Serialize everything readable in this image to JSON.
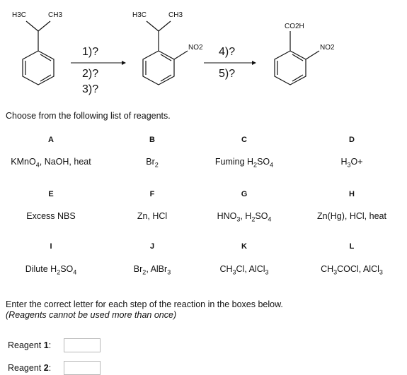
{
  "scheme": {
    "left_molecule": {
      "sub1": "H3C",
      "sub2": "CH3"
    },
    "mid_molecule": {
      "sub1": "H3C",
      "sub2": "CH3",
      "sub3": "NO2"
    },
    "right_molecule": {
      "sub1": "CO2H",
      "sub2": "NO2"
    },
    "arrow1_steps": [
      "1)?",
      "2)?",
      "3)?"
    ],
    "arrow2_steps": [
      "4)?",
      "5)?"
    ]
  },
  "prompt": "Choose from the following list of reagents.",
  "reagents": [
    {
      "letter": "A",
      "parts": [
        [
          "KMnO",
          ""
        ],
        [
          "4",
          "sub"
        ],
        [
          ", NaOH, heat",
          ""
        ]
      ]
    },
    {
      "letter": "B",
      "parts": [
        [
          "Br",
          ""
        ],
        [
          "2",
          "sub"
        ]
      ]
    },
    {
      "letter": "C",
      "parts": [
        [
          "Fuming H",
          ""
        ],
        [
          "2",
          "sub"
        ],
        [
          "SO",
          ""
        ],
        [
          "4",
          "sub"
        ]
      ]
    },
    {
      "letter": "D",
      "parts": [
        [
          "H",
          ""
        ],
        [
          "3",
          "sub"
        ],
        [
          "O+",
          ""
        ]
      ]
    },
    {
      "letter": "E",
      "parts": [
        [
          "Excess NBS",
          ""
        ]
      ]
    },
    {
      "letter": "F",
      "parts": [
        [
          "Zn, HCl",
          ""
        ]
      ]
    },
    {
      "letter": "G",
      "parts": [
        [
          "HNO",
          ""
        ],
        [
          "3",
          "sub"
        ],
        [
          ", H",
          ""
        ],
        [
          "2",
          "sub"
        ],
        [
          "SO",
          ""
        ],
        [
          "4",
          "sub"
        ]
      ]
    },
    {
      "letter": "H",
      "parts": [
        [
          "Zn(Hg), HCl, heat",
          ""
        ]
      ]
    },
    {
      "letter": "I",
      "parts": [
        [
          "Dilute H",
          ""
        ],
        [
          "2",
          "sub"
        ],
        [
          "SO",
          ""
        ],
        [
          "4",
          "sub"
        ]
      ]
    },
    {
      "letter": "J",
      "parts": [
        [
          "Br",
          ""
        ],
        [
          "2",
          "sub"
        ],
        [
          ", AlBr",
          ""
        ],
        [
          "3",
          "sub"
        ]
      ]
    },
    {
      "letter": "K",
      "parts": [
        [
          "CH",
          ""
        ],
        [
          "3",
          "sub"
        ],
        [
          "Cl, AlCl",
          ""
        ],
        [
          "3",
          "sub"
        ]
      ]
    },
    {
      "letter": "L",
      "parts": [
        [
          "CH",
          ""
        ],
        [
          "3",
          "sub"
        ],
        [
          "COCl, AlCl",
          ""
        ],
        [
          "3",
          "sub"
        ]
      ]
    }
  ],
  "instructions": {
    "line1": "Enter the correct letter for each step of the reaction in the boxes below.",
    "line2": "(Reagents cannot be used more than once)"
  },
  "inputs": [
    {
      "label": "Reagent",
      "number": "1",
      "value": ""
    },
    {
      "label": "Reagent",
      "number": "2",
      "value": ""
    }
  ]
}
